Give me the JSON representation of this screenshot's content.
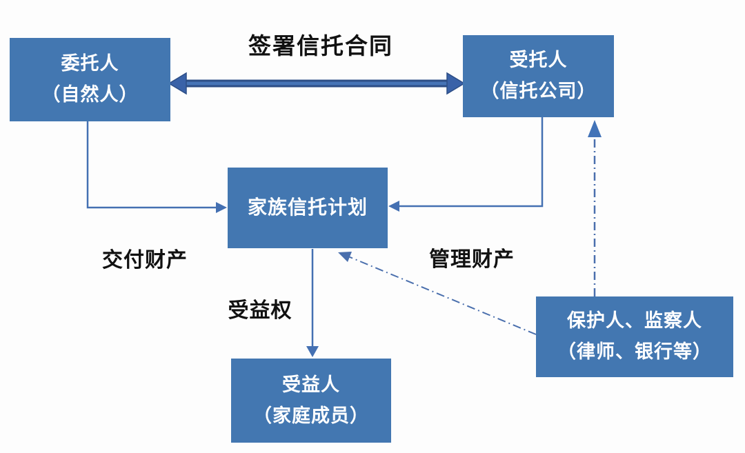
{
  "diagram": {
    "nodes": {
      "settlor": {
        "line1": "委托人",
        "line2": "（自然人）"
      },
      "trustee": {
        "line1": "受托人",
        "line2": "（信托公司）"
      },
      "trust_plan": {
        "line1": "家族信托计划"
      },
      "beneficiary": {
        "line1": "受益人",
        "line2": "（家庭成员）"
      },
      "protector": {
        "line1": "保护人、监察人",
        "line2": "（律师、银行等）"
      }
    },
    "edge_labels": {
      "sign_contract": "签署信托合同",
      "deliver_assets": "交付财产",
      "manage_assets": "管理财产",
      "benefit_right": "受益权"
    },
    "edges": [
      {
        "from": "settlor",
        "to": "trustee",
        "label": "签署信托合同",
        "style": "thick-double-arrow"
      },
      {
        "from": "settlor",
        "to": "trust_plan",
        "label": "交付财产",
        "style": "solid-arrow"
      },
      {
        "from": "trustee",
        "to": "trust_plan",
        "label": "管理财产",
        "style": "solid-arrow"
      },
      {
        "from": "trust_plan",
        "to": "beneficiary",
        "label": "受益权",
        "style": "solid-arrow"
      },
      {
        "from": "protector",
        "to": "trust_plan",
        "label": "",
        "style": "dash-dot-arrow"
      },
      {
        "from": "protector",
        "to": "trustee",
        "label": "",
        "style": "dash-dot-arrow"
      }
    ],
    "colors": {
      "box_fill": "#4377B1",
      "box_text": "#FFFFFF",
      "label_text": "#111111",
      "thin_connector": "#4470B2",
      "thick_arrow": "#3A62A8",
      "thick_arrow_edge": "#2D4E86",
      "dash_dot": "#4A6FAD",
      "background": "#FDFDFD"
    }
  }
}
